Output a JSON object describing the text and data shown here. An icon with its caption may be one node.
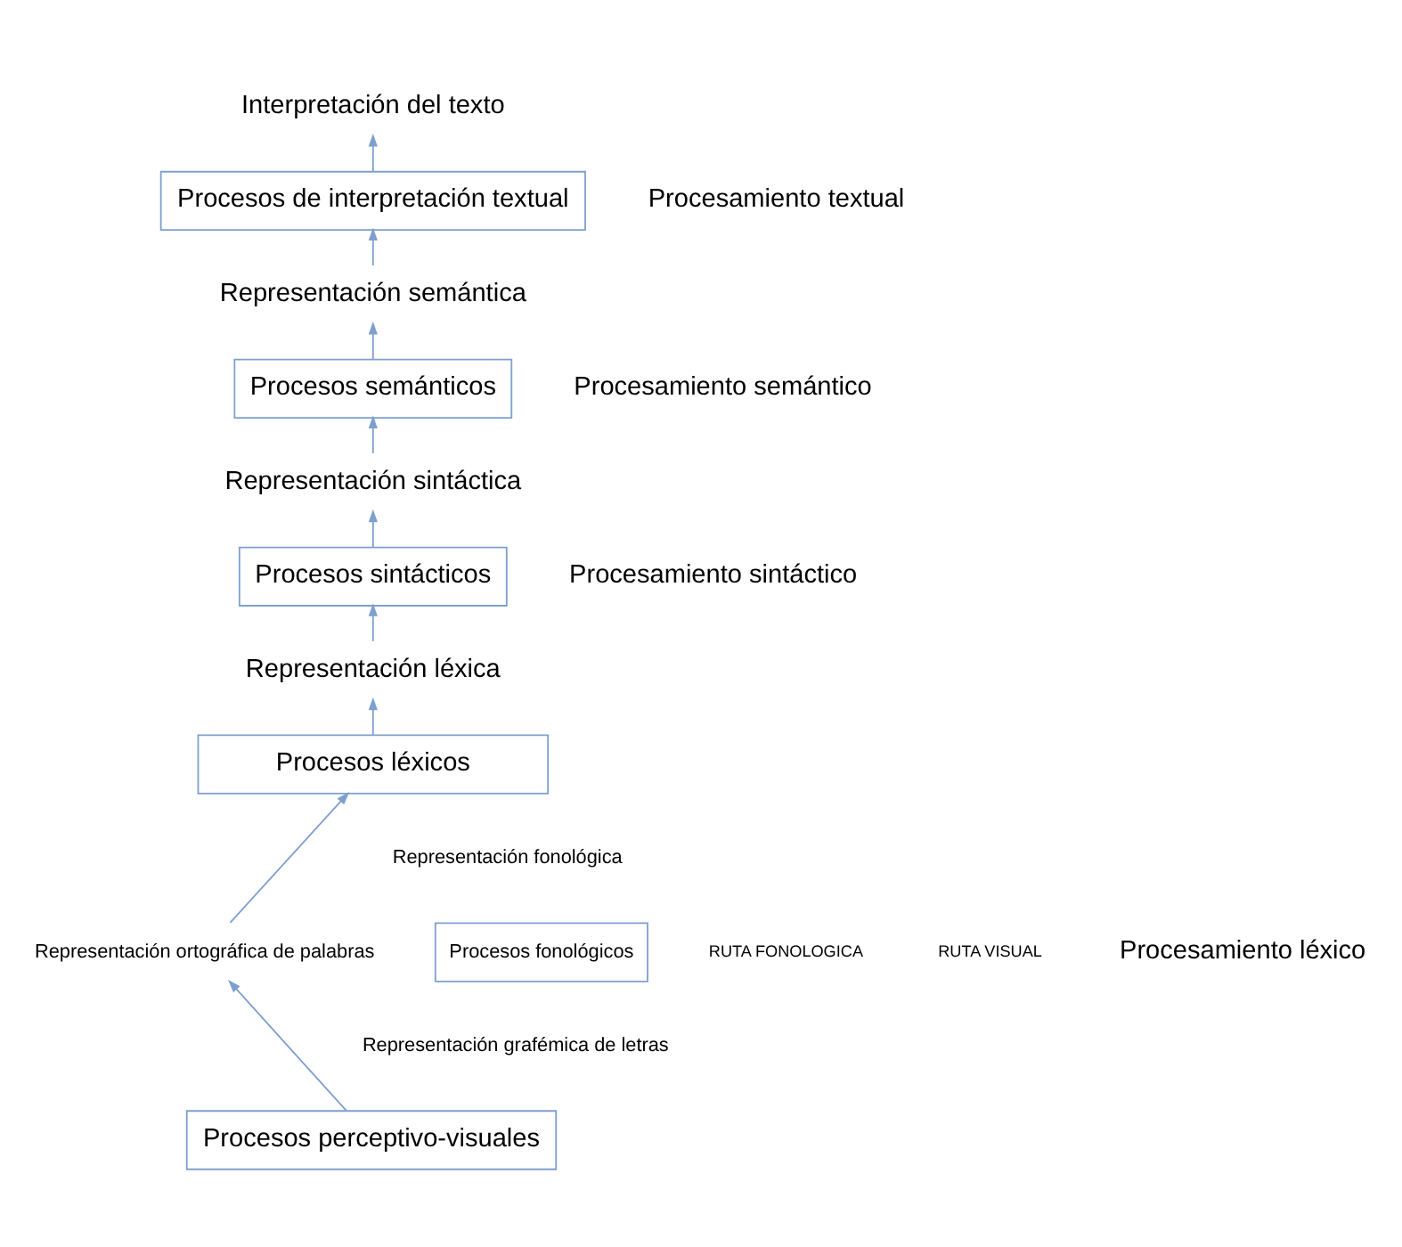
{
  "diagram": {
    "nodes": [
      {
        "text": [
          "Interpretación del texto"
        ]
      },
      {
        "text": [
          "Procesos de interpretación textual"
        ]
      },
      {
        "text": [
          "Representación semántica"
        ]
      },
      {
        "text": [
          "Procesos semánticos"
        ]
      },
      {
        "text": [
          "Representación sintáctica"
        ]
      },
      {
        "text": [
          "Procesos sintácticos"
        ]
      },
      {
        "text": [
          "Representación léxica"
        ]
      },
      {
        "text": [
          "Procesos léxicos"
        ]
      },
      {
        "text": [
          "Procesos fonológicos"
        ]
      },
      {
        "text": [
          "Representación ortográfica de palabras"
        ]
      },
      {
        "text": [
          "Procesos perceptivo-visuales"
        ]
      }
    ],
    "edges": [
      {
        "from": 1,
        "to": 0,
        "arrow": "to"
      },
      {
        "from": 2,
        "to": 1,
        "arrow": "to"
      },
      {
        "from": 3,
        "to": 2,
        "arrow": "to"
      },
      {
        "from": 4,
        "to": 3,
        "arrow": "to"
      },
      {
        "from": 5,
        "to": 4,
        "arrow": "to"
      },
      {
        "from": 6,
        "to": 5,
        "arrow": "to"
      },
      {
        "from": 7,
        "to": 6,
        "arrow": "to"
      },
      {
        "from": 9,
        "to": 7,
        "arrow": "to"
      },
      {
        "from": 10,
        "to": 9,
        "arrow": "to"
      }
    ],
    "labels": [
      "Procesamiento textual",
      "Procesamiento semántico",
      "Procesamiento sintáctico",
      "Procesamiento léxico",
      "RUTA FONOLOGICA",
      "Representación fonológica",
      "Representación grafémica de letras",
      "RUTA VISUAL"
    ]
  }
}
